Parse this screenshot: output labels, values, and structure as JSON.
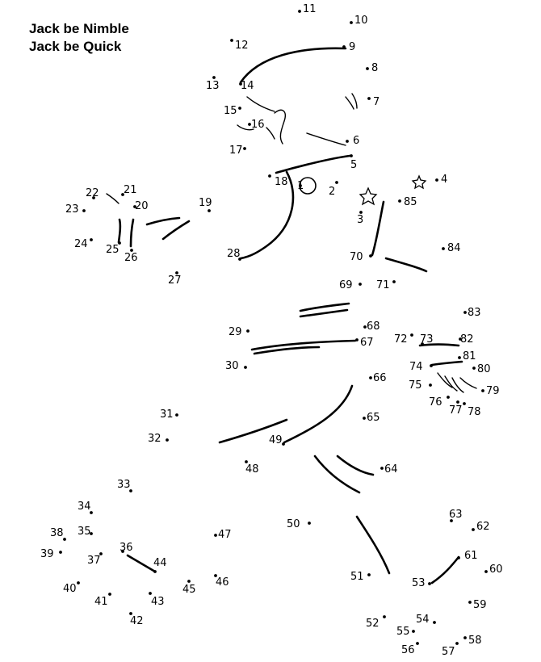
{
  "title": {
    "line1": "Jack be Nimble",
    "line2": "Jack be Quick"
  },
  "dots": [
    {
      "n": "1"
    },
    {
      "n": "2"
    },
    {
      "n": "3"
    },
    {
      "n": "4"
    },
    {
      "n": "5"
    },
    {
      "n": "6"
    },
    {
      "n": "7"
    },
    {
      "n": "8"
    },
    {
      "n": "9"
    },
    {
      "n": "10"
    },
    {
      "n": "11"
    },
    {
      "n": "12"
    },
    {
      "n": "13"
    },
    {
      "n": "14"
    },
    {
      "n": "15"
    },
    {
      "n": "16"
    },
    {
      "n": "17"
    },
    {
      "n": "18"
    },
    {
      "n": "19"
    },
    {
      "n": "20"
    },
    {
      "n": "21"
    },
    {
      "n": "22"
    },
    {
      "n": "23"
    },
    {
      "n": "24"
    },
    {
      "n": "25"
    },
    {
      "n": "26"
    },
    {
      "n": "27"
    },
    {
      "n": "28"
    },
    {
      "n": "29"
    },
    {
      "n": "30"
    },
    {
      "n": "31"
    },
    {
      "n": "32"
    },
    {
      "n": "33"
    },
    {
      "n": "34"
    },
    {
      "n": "35"
    },
    {
      "n": "36"
    },
    {
      "n": "37"
    },
    {
      "n": "38"
    },
    {
      "n": "39"
    },
    {
      "n": "40"
    },
    {
      "n": "41"
    },
    {
      "n": "42"
    },
    {
      "n": "43"
    },
    {
      "n": "44"
    },
    {
      "n": "45"
    },
    {
      "n": "46"
    },
    {
      "n": "47"
    },
    {
      "n": "48"
    },
    {
      "n": "49"
    },
    {
      "n": "50"
    },
    {
      "n": "51"
    },
    {
      "n": "52"
    },
    {
      "n": "53"
    },
    {
      "n": "54"
    },
    {
      "n": "55"
    },
    {
      "n": "56"
    },
    {
      "n": "57"
    },
    {
      "n": "58"
    },
    {
      "n": "59"
    },
    {
      "n": "60"
    },
    {
      "n": "61"
    },
    {
      "n": "62"
    },
    {
      "n": "63"
    },
    {
      "n": "64"
    },
    {
      "n": "65"
    },
    {
      "n": "66"
    },
    {
      "n": "67"
    },
    {
      "n": "68"
    },
    {
      "n": "69"
    },
    {
      "n": "70"
    },
    {
      "n": "71"
    },
    {
      "n": "72"
    },
    {
      "n": "73"
    },
    {
      "n": "74"
    },
    {
      "n": "75"
    },
    {
      "n": "76"
    },
    {
      "n": "77"
    },
    {
      "n": "78"
    },
    {
      "n": "79"
    },
    {
      "n": "80"
    },
    {
      "n": "81"
    },
    {
      "n": "82"
    },
    {
      "n": "83"
    },
    {
      "n": "84"
    },
    {
      "n": "85"
    }
  ],
  "colors": {
    "background": "#ffffff",
    "ink": "#000000"
  }
}
